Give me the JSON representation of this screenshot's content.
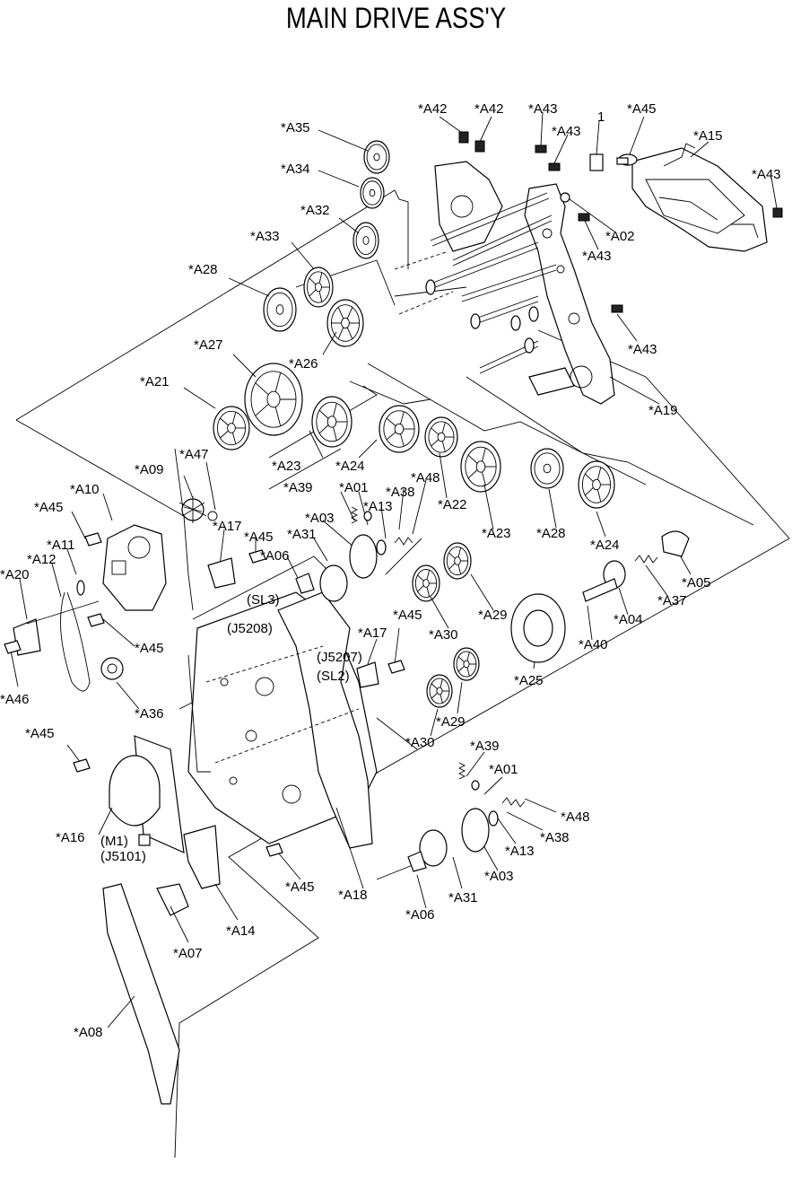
{
  "title": "MAIN DRIVE ASS'Y",
  "callouts": [
    {
      "id": "c01",
      "text": "*A35"
    },
    {
      "id": "c02",
      "text": "*A42"
    },
    {
      "id": "c03",
      "text": "*A42"
    },
    {
      "id": "c04",
      "text": "*A43"
    },
    {
      "id": "c05",
      "text": "*A43"
    },
    {
      "id": "c06",
      "text": "1"
    },
    {
      "id": "c07",
      "text": "*A45"
    },
    {
      "id": "c08",
      "text": "*A15"
    },
    {
      "id": "c09",
      "text": "*A43"
    },
    {
      "id": "c10",
      "text": "*A34"
    },
    {
      "id": "c11",
      "text": "*A32"
    },
    {
      "id": "c12",
      "text": "*A02"
    },
    {
      "id": "c13",
      "text": "*A43"
    },
    {
      "id": "c14",
      "text": "*A33"
    },
    {
      "id": "c15",
      "text": "*A28"
    },
    {
      "id": "c16",
      "text": "*A43"
    },
    {
      "id": "c17",
      "text": "*A27"
    },
    {
      "id": "c18",
      "text": "*A26"
    },
    {
      "id": "c19",
      "text": "*A21"
    },
    {
      "id": "c20",
      "text": "*A19"
    },
    {
      "id": "c21",
      "text": "*A47"
    },
    {
      "id": "c22",
      "text": "*A09"
    },
    {
      "id": "c23",
      "text": "*A23"
    },
    {
      "id": "c24",
      "text": "*A24"
    },
    {
      "id": "c25",
      "text": "*A48"
    },
    {
      "id": "c26",
      "text": "*A39"
    },
    {
      "id": "c27",
      "text": "*A01"
    },
    {
      "id": "c28",
      "text": "*A38"
    },
    {
      "id": "c29",
      "text": "*A22"
    },
    {
      "id": "c30",
      "text": "*A10"
    },
    {
      "id": "c31",
      "text": "*A13"
    },
    {
      "id": "c32",
      "text": "*A45"
    },
    {
      "id": "c33",
      "text": "*A03"
    },
    {
      "id": "c34",
      "text": "*A23"
    },
    {
      "id": "c35",
      "text": "*A28"
    },
    {
      "id": "c36",
      "text": "*A24"
    },
    {
      "id": "c37",
      "text": "*A17"
    },
    {
      "id": "c38",
      "text": "*A31"
    },
    {
      "id": "c39",
      "text": "*A11"
    },
    {
      "id": "c40",
      "text": "*A45"
    },
    {
      "id": "c41",
      "text": "*A12"
    },
    {
      "id": "c42",
      "text": "*A06"
    },
    {
      "id": "c43",
      "text": "*A20"
    },
    {
      "id": "c44",
      "text": "*A05"
    },
    {
      "id": "c45",
      "text": "(SL3)"
    },
    {
      "id": "c46",
      "text": "*A29"
    },
    {
      "id": "c47",
      "text": "*A37"
    },
    {
      "id": "c48",
      "text": "*A04"
    },
    {
      "id": "c49",
      "text": "(J5208)"
    },
    {
      "id": "c50",
      "text": "*A45"
    },
    {
      "id": "c51",
      "text": "*A30"
    },
    {
      "id": "c52",
      "text": "*A17"
    },
    {
      "id": "c53",
      "text": "*A45"
    },
    {
      "id": "c54",
      "text": "*A40"
    },
    {
      "id": "c55",
      "text": "(J5207)"
    },
    {
      "id": "c56",
      "text": "(SL2)"
    },
    {
      "id": "c57",
      "text": "*A25"
    },
    {
      "id": "c58",
      "text": "*A46"
    },
    {
      "id": "c59",
      "text": "*A36"
    },
    {
      "id": "c60",
      "text": "*A29"
    },
    {
      "id": "c61",
      "text": "*A45"
    },
    {
      "id": "c62",
      "text": "*A30"
    },
    {
      "id": "c63",
      "text": "*A39"
    },
    {
      "id": "c64",
      "text": "*A01"
    },
    {
      "id": "c65",
      "text": "*A48"
    },
    {
      "id": "c66",
      "text": "*A16"
    },
    {
      "id": "c67",
      "text": "(M1)"
    },
    {
      "id": "c68",
      "text": "*A38"
    },
    {
      "id": "c69",
      "text": "*A13"
    },
    {
      "id": "c70",
      "text": "(J5101)"
    },
    {
      "id": "c71",
      "text": "*A03"
    },
    {
      "id": "c72",
      "text": "*A45"
    },
    {
      "id": "c73",
      "text": "*A18"
    },
    {
      "id": "c74",
      "text": "*A31"
    },
    {
      "id": "c75",
      "text": "*A06"
    },
    {
      "id": "c76",
      "text": "*A14"
    },
    {
      "id": "c77",
      "text": "*A07"
    },
    {
      "id": "c78",
      "text": "*A08"
    }
  ]
}
